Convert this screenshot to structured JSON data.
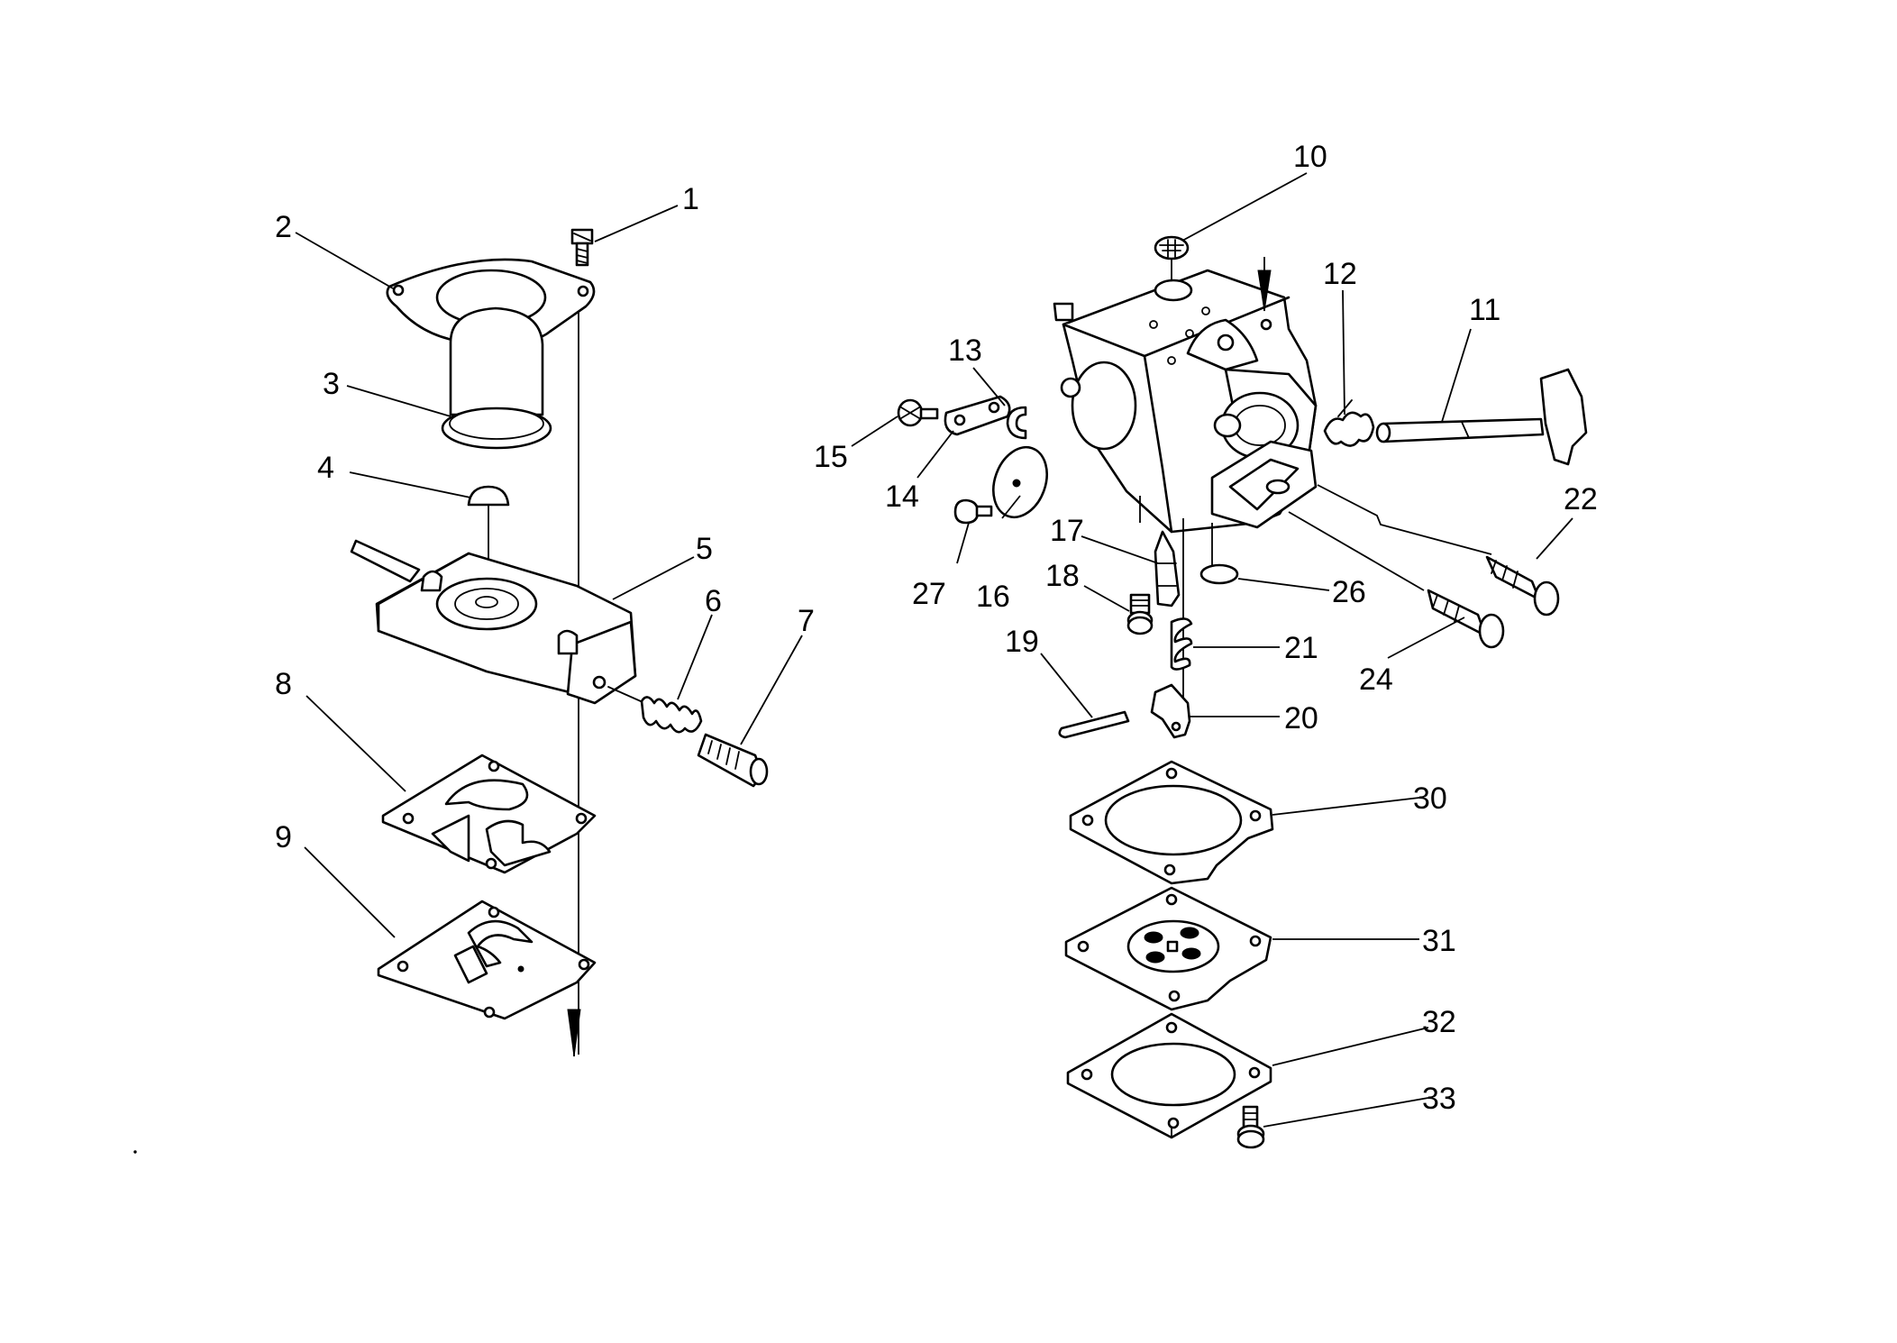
{
  "callouts": [
    {
      "id": "c1",
      "text": "1"
    },
    {
      "id": "c2",
      "text": "2"
    },
    {
      "id": "c3",
      "text": "3"
    },
    {
      "id": "c4",
      "text": "4"
    },
    {
      "id": "c5",
      "text": "5"
    },
    {
      "id": "c6",
      "text": "6"
    },
    {
      "id": "c7",
      "text": "7"
    },
    {
      "id": "c8",
      "text": "8"
    },
    {
      "id": "c9",
      "text": "9"
    },
    {
      "id": "c10",
      "text": "10"
    },
    {
      "id": "c11",
      "text": "11"
    },
    {
      "id": "c12",
      "text": "12"
    },
    {
      "id": "c13",
      "text": "13"
    },
    {
      "id": "c14",
      "text": "14"
    },
    {
      "id": "c15",
      "text": "15"
    },
    {
      "id": "c16",
      "text": "16"
    },
    {
      "id": "c17",
      "text": "17"
    },
    {
      "id": "c18",
      "text": "18"
    },
    {
      "id": "c19",
      "text": "19"
    },
    {
      "id": "c20",
      "text": "20"
    },
    {
      "id": "c21",
      "text": "21"
    },
    {
      "id": "c22",
      "text": "22"
    },
    {
      "id": "c24",
      "text": "24"
    },
    {
      "id": "c26",
      "text": "26"
    },
    {
      "id": "c27",
      "text": "27"
    },
    {
      "id": "c30",
      "text": "30"
    },
    {
      "id": "c31",
      "text": "31"
    },
    {
      "id": "c32",
      "text": "32"
    },
    {
      "id": "c33",
      "text": "33"
    }
  ]
}
